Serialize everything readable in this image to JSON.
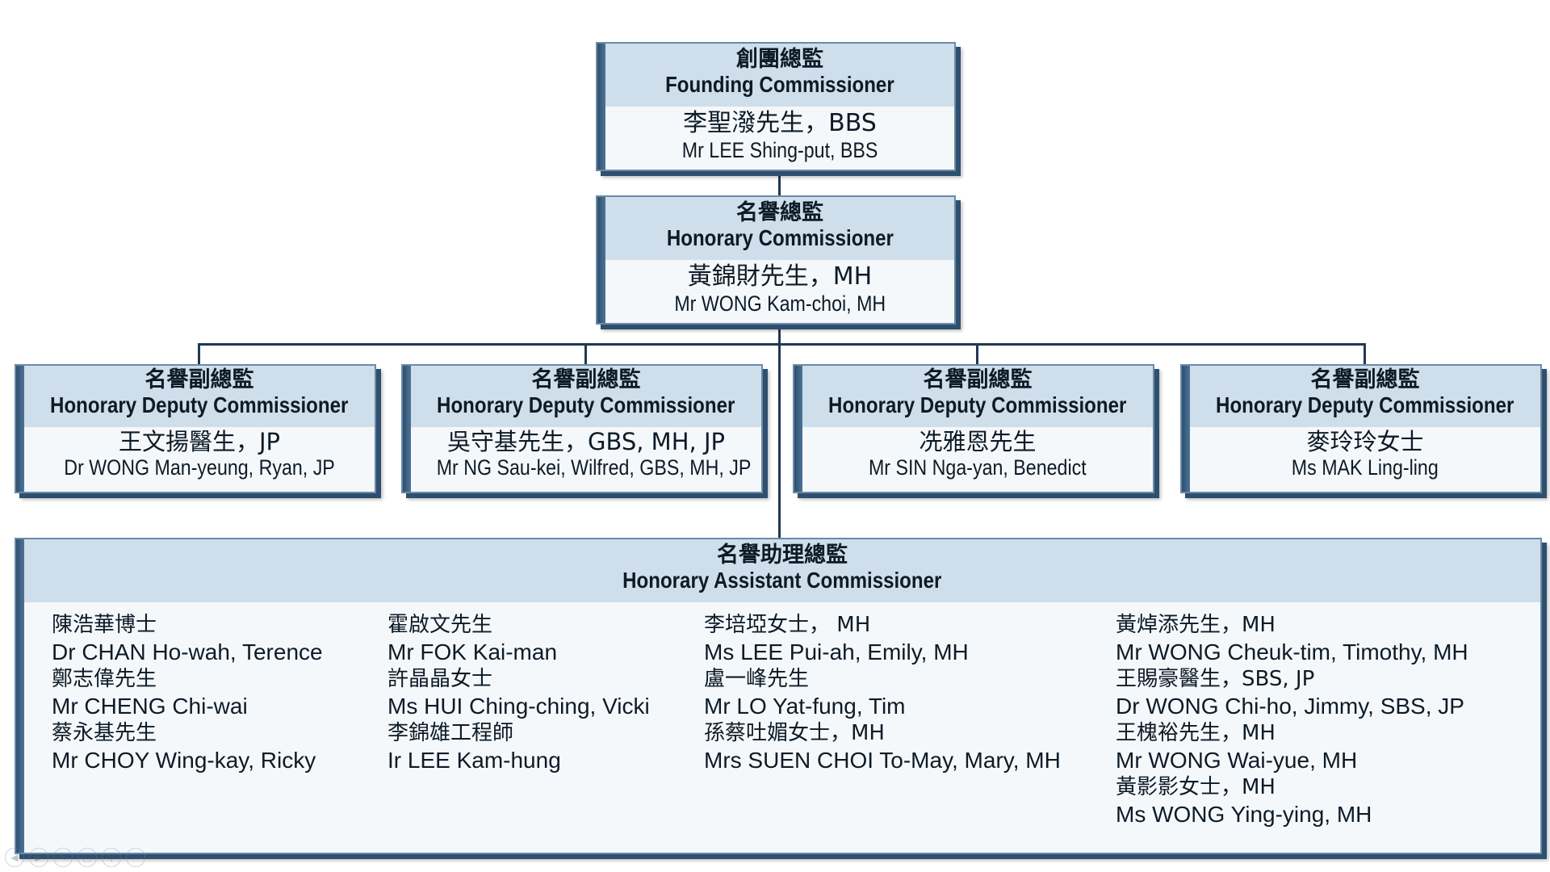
{
  "founding": {
    "title_zh": "創團總監",
    "title_en": "Founding Commissioner",
    "name_zh": "李聖潑先生，BBS",
    "name_en": "Mr LEE Shing-put, BBS"
  },
  "honorary": {
    "title_zh": "名譽總監",
    "title_en": "Honorary Commissioner",
    "name_zh": "黃錦財先生，MH",
    "name_en": "Mr WONG Kam-choi, MH"
  },
  "deputies": [
    {
      "title_zh": "名譽副總監",
      "title_en": "Honorary Deputy Commissioner",
      "name_zh": "王文揚醫生，JP",
      "name_en": "Dr WONG Man-yeung, Ryan, JP"
    },
    {
      "title_zh": "名譽副總監",
      "title_en": "Honorary Deputy Commissioner",
      "name_zh": "吳守基先生，GBS, MH, JP",
      "name_en": "Mr NG Sau-kei, Wilfred, GBS, MH, JP"
    },
    {
      "title_zh": "名譽副總監",
      "title_en": "Honorary Deputy Commissioner",
      "name_zh": "冼雅恩先生",
      "name_en": "Mr SIN Nga-yan, Benedict"
    },
    {
      "title_zh": "名譽副總監",
      "title_en": "Honorary Deputy Commissioner",
      "name_zh": "麥玲玲女士",
      "name_en": "Ms MAK Ling-ling"
    }
  ],
  "assistant": {
    "title_zh": "名譽助理總監",
    "title_en": "Honorary Assistant Commissioner",
    "columns": [
      [
        {
          "zh": "陳浩華博士",
          "en": "Dr CHAN Ho-wah, Terence"
        },
        {
          "zh": "鄭志偉先生",
          "en": "Mr CHENG Chi-wai"
        },
        {
          "zh": "蔡永基先生",
          "en": "Mr CHOY Wing-kay, Ricky"
        }
      ],
      [
        {
          "zh": "霍啟文先生",
          "en": "Mr FOK Kai-man"
        },
        {
          "zh": "許晶晶女士",
          "en": "Ms HUI Ching-ching, Vicki"
        },
        {
          "zh": "李錦雄工程師",
          "en": "Ir LEE Kam-hung"
        }
      ],
      [
        {
          "zh": "李培埡女士， MH",
          "en": "Ms LEE Pui-ah, Emily, MH"
        },
        {
          "zh": "盧一峰先生",
          "en": "Mr LO Yat-fung, Tim"
        },
        {
          "zh": "孫蔡吐媚女士，MH",
          "en": "Mrs SUEN CHOI To-May, Mary, MH"
        }
      ],
      [
        {
          "zh": "黃焯添先生，MH",
          "en": "Mr WONG Cheuk-tim, Timothy, MH"
        },
        {
          "zh": "王賜豪醫生，SBS, JP",
          "en": "Dr WONG Chi-ho, Jimmy, SBS, JP"
        },
        {
          "zh": "王槐裕先生，MH",
          "en": "Mr WONG Wai-yue, MH"
        },
        {
          "zh": "黃影影女士，MH",
          "en": "Ms WONG Ying-ying, MH"
        }
      ]
    ]
  },
  "colors": {
    "connector": "#1f3a52",
    "box_fill": "#e9f1f8",
    "header_fill": "#cfdeeb",
    "shadow": "#2e4f6e"
  },
  "toolbar_icons": [
    "arrow-left-icon",
    "play-icon",
    "pen-icon",
    "slides-icon",
    "zoom-icon",
    "more-icon"
  ]
}
